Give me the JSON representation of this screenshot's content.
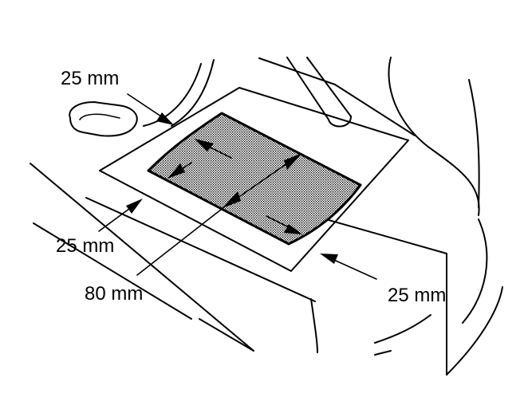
{
  "figure": {
    "labels": {
      "top_left_margin": "25 mm",
      "bottom_left_margin": "25 mm",
      "bottom_right_margin": "25 mm",
      "diagonal_length": "80 mm"
    },
    "colors": {
      "line": "#000000",
      "background": "#ffffff",
      "patch_fill": "#d0d0d0"
    }
  }
}
